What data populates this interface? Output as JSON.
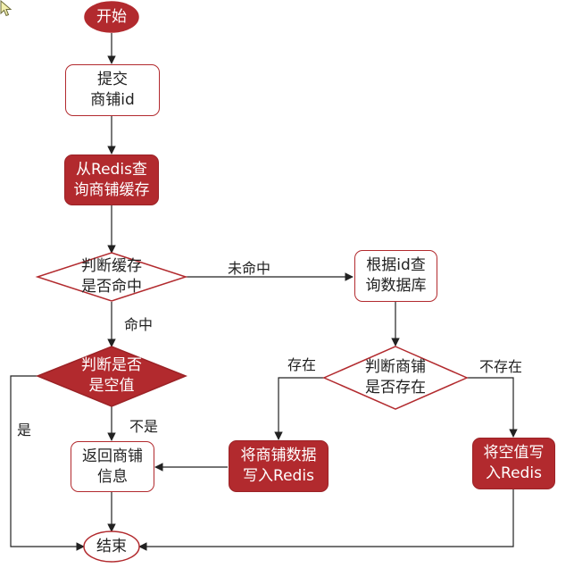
{
  "colors": {
    "accent": "#b22a2e",
    "line": "#222222",
    "text": "#222222",
    "filled_text": "#ffffff"
  },
  "nodes": {
    "start": "开始",
    "submit_id": "提交\n商铺id",
    "query_redis": "从Redis查\n询商铺缓存",
    "cache_hit_decision": "判断缓存\n是否命中",
    "is_null_decision": "判断是否\n是空值",
    "query_db": "根据id查\n询数据库",
    "exists_decision": "判断商铺\n是否存在",
    "return_info": "返回商铺\n信息",
    "write_shop_redis": "将商铺数据\n写入Redis",
    "write_null_redis": "将空值写\n入Redis",
    "end": "结束"
  },
  "edge_labels": {
    "miss": "未命中",
    "hit": "命中",
    "yes": "是",
    "not_null": "不是",
    "exists": "存在",
    "not_exists": "不存在"
  }
}
